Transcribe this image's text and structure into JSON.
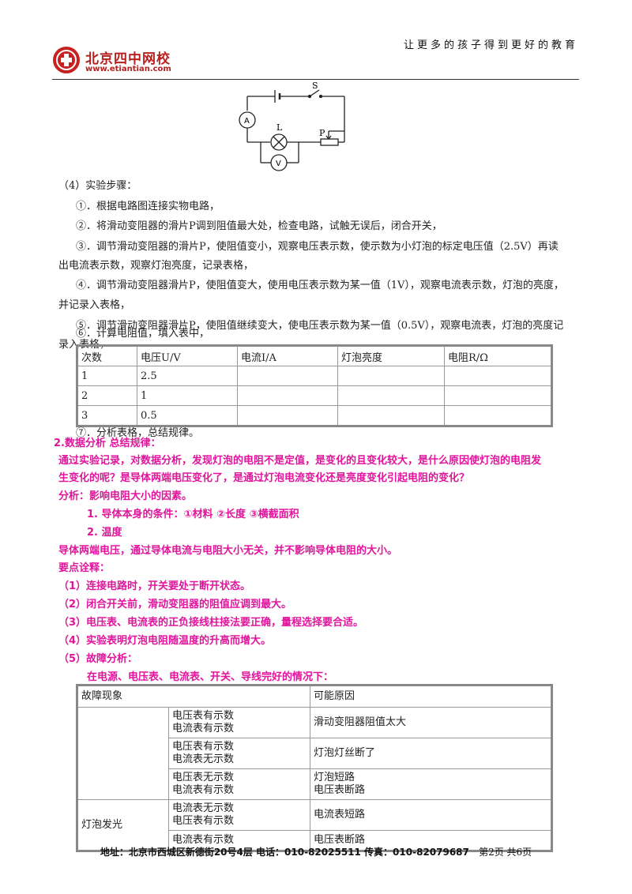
{
  "header": {
    "logo_name": "北京四中网校",
    "logo_url": "www.etiantian.com",
    "slogan": "让更多的孩子得到更好的教育"
  },
  "circuit": {
    "switch_label": "S",
    "lamp_label": "L",
    "slider_label": "P",
    "ammeter_label": "A",
    "voltmeter_label": "V"
  },
  "steps": {
    "title": "（4）实验步骤：",
    "s1": "①．根据电路图连接实物电路，",
    "s2": "②．将滑动变阻器的滑片P调到阻值最大处，检查电路，试触无误后，闭合开关，",
    "s3a": "③．调节滑动变阻器的滑片P，使阻值变小，观察电压表示数，使示数为小灯泡的标定电压值（2.5V）再读",
    "s3b": "出电流表示数，观察灯泡亮度，记录表格，",
    "s4a": "④．调节滑动变阻器滑片P，使阻值变大，使用电压表示数为某一值（1V），观察电流表示数，灯泡的亮度，",
    "s4b": "并记录入表格，",
    "s5a": "⑤．调节滑动变阻器滑片P，使阻值继续变大，使电压表示数为某一值（0.5V），观察电流表，灯泡的亮度记",
    "s5b": "录入表格，",
    "s6": "⑥．计算电阻值，填入表中，",
    "s7": "⑦．分析表格，总结规律。"
  },
  "table1": {
    "headers": [
      "次数",
      "电压U/V",
      "电流I/A",
      "灯泡亮度",
      "电阻R/Ω"
    ],
    "rows": [
      [
        "1",
        "2.5",
        "",
        "",
        ""
      ],
      [
        "2",
        "1",
        "",
        "",
        ""
      ],
      [
        "3",
        "0.5",
        "",
        "",
        ""
      ]
    ]
  },
  "analysis": {
    "heading": "2.数据分析  总结规律：",
    "p1a": "通过实验记录，对数据分析，发现灯泡的电阻不是定值，是变化的且变化较大，是什么原因使灯泡的电阻发",
    "p1b": "生变化的呢？是导体两端电压变化了，是通过灯泡电流变化还是亮度变化引起电阻的变化？",
    "p2": "分析：影响电阻大小的因素。",
    "p3": "1. 导体本身的条件：①材料 ②长度    ③横截面积",
    "p4": "2. 温度",
    "p5": "导体两端电压，通过导体电流与电阻大小无关，并不影响导体电阻的大小。",
    "p6": "要点诠释：",
    "n1": "（1）连接电路时，开关要处于断开状态。",
    "n2": "（2）闭合开关前，滑动变阻器的阻值应调到最大。",
    "n3": "（3）电压表、电流表的正负接线柱接法要正确，量程选择要合适。",
    "n4": "（4）实验表明灯泡电阻随温度的升高而增大。",
    "n5": "（5）故障分析：",
    "n6": "在电源、电压表、电流表、开关、导线完好的情况下："
  },
  "table2": {
    "h1": "故障现象",
    "h2": "可能原因",
    "group_label": "灯泡发光",
    "rows": [
      {
        "sym1": "电压表有示数",
        "sym2": "电流表有示数",
        "cause1": "滑动变阻器阻值太大",
        "cause2": ""
      },
      {
        "sym1": "电压表有示数",
        "sym2": "电流表无示数",
        "cause1": "灯泡灯丝断了",
        "cause2": ""
      },
      {
        "sym1": "电压表无示数",
        "sym2": "电流表有示数",
        "cause1": "灯泡短路",
        "cause2": "电压表断路"
      },
      {
        "sym1": "电流表无示数",
        "sym2": "电压表有示数",
        "cause1": "电流表短路",
        "cause2": ""
      },
      {
        "sym1": "电流表有示数",
        "sym2": "",
        "cause1": "电压表断路",
        "cause2": ""
      }
    ]
  },
  "footer": {
    "address": "地址：北京市西城区新德街20号4层  电话：010-82025511  传真：010-82079687",
    "page": "第2页  共6页"
  },
  "colors": {
    "accent": "#e0159c",
    "brand": "#b5211f"
  }
}
